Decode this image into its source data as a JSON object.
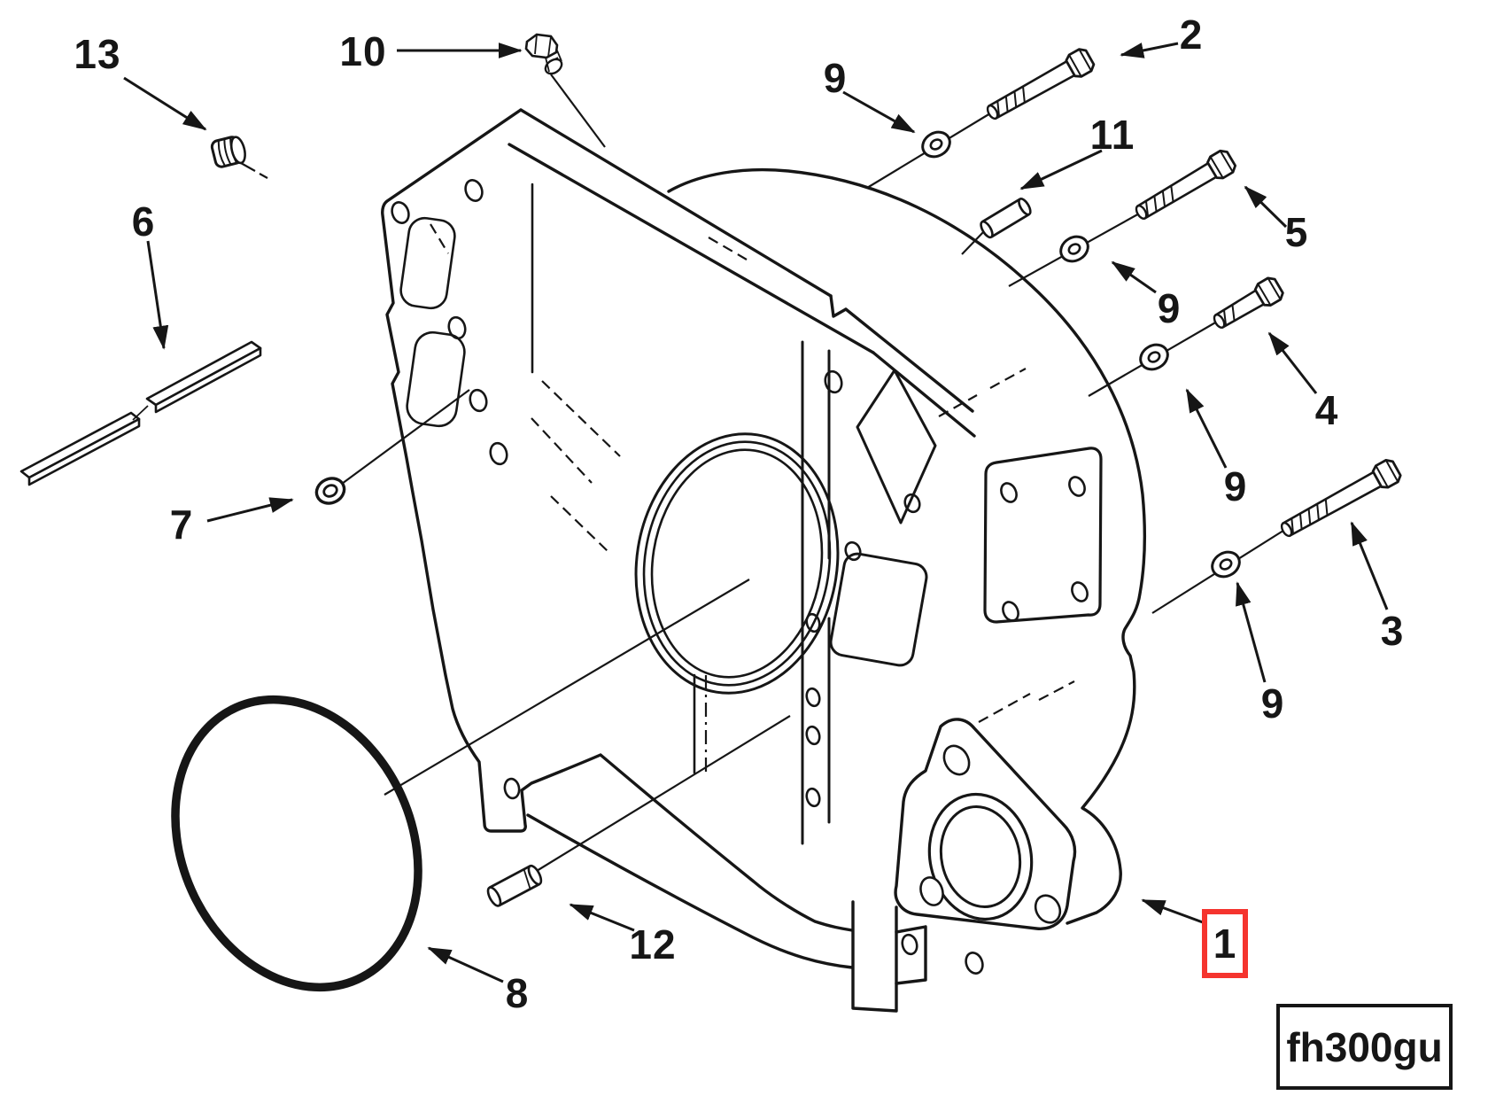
{
  "figure": {
    "background_color": "#ffffff",
    "line_color": "#161616",
    "highlight_color": "#f5342e",
    "part_code": "fh300gu",
    "callouts": [
      {
        "label": "13",
        "highlighted": false
      },
      {
        "label": "10",
        "highlighted": false
      },
      {
        "label": "6",
        "highlighted": false
      },
      {
        "label": "7",
        "highlighted": false
      },
      {
        "label": "9",
        "highlighted": false
      },
      {
        "label": "2",
        "highlighted": false
      },
      {
        "label": "11",
        "highlighted": false
      },
      {
        "label": "5",
        "highlighted": false
      },
      {
        "label": "9",
        "highlighted": false
      },
      {
        "label": "4",
        "highlighted": false
      },
      {
        "label": "9",
        "highlighted": false
      },
      {
        "label": "3",
        "highlighted": false
      },
      {
        "label": "9",
        "highlighted": false
      },
      {
        "label": "12",
        "highlighted": false
      },
      {
        "label": "8",
        "highlighted": false
      },
      {
        "label": "1",
        "highlighted": true
      }
    ]
  }
}
